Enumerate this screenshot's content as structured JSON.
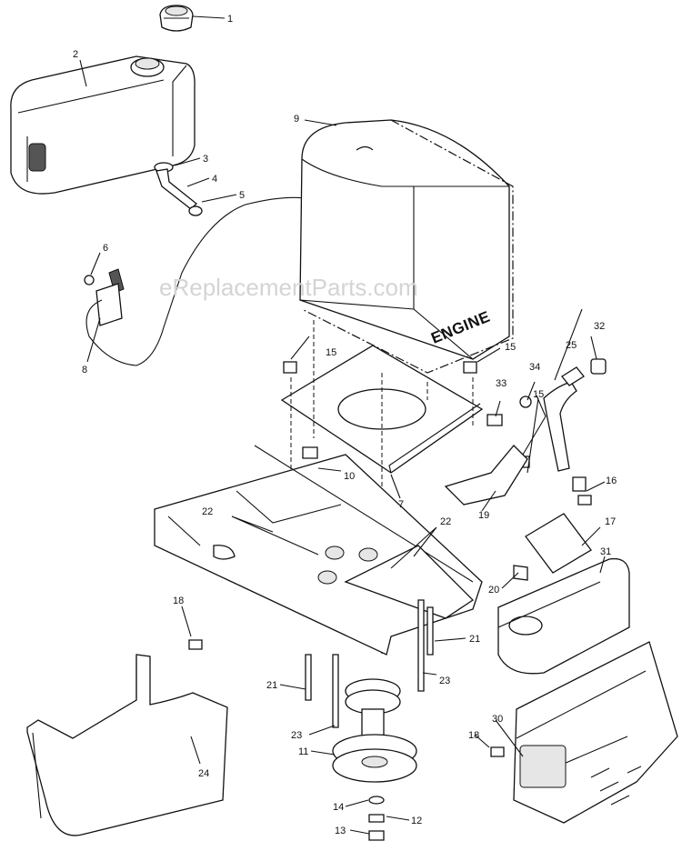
{
  "watermark": "eReplacementParts.com",
  "engine_label": "ENGINE",
  "callouts": {
    "c1": "1",
    "c2": "2",
    "c3": "3",
    "c4": "4",
    "c5": "5",
    "c6": "6",
    "c7": "7",
    "c8": "8",
    "c9": "9",
    "c10": "10",
    "c11": "11",
    "c12": "12",
    "c13": "13",
    "c14": "14",
    "c15a": "15",
    "c15b": "15",
    "c15c": "15",
    "c16": "16",
    "c17": "17",
    "c18a": "18",
    "c18b": "18",
    "c19": "19",
    "c20": "20",
    "c21a": "21",
    "c21b": "21",
    "c22a": "22",
    "c22b": "22",
    "c23a": "23",
    "c23b": "23",
    "c24": "24",
    "c25": "25",
    "c30": "30",
    "c31": "31",
    "c32": "32",
    "c33": "33",
    "c34": "34"
  }
}
